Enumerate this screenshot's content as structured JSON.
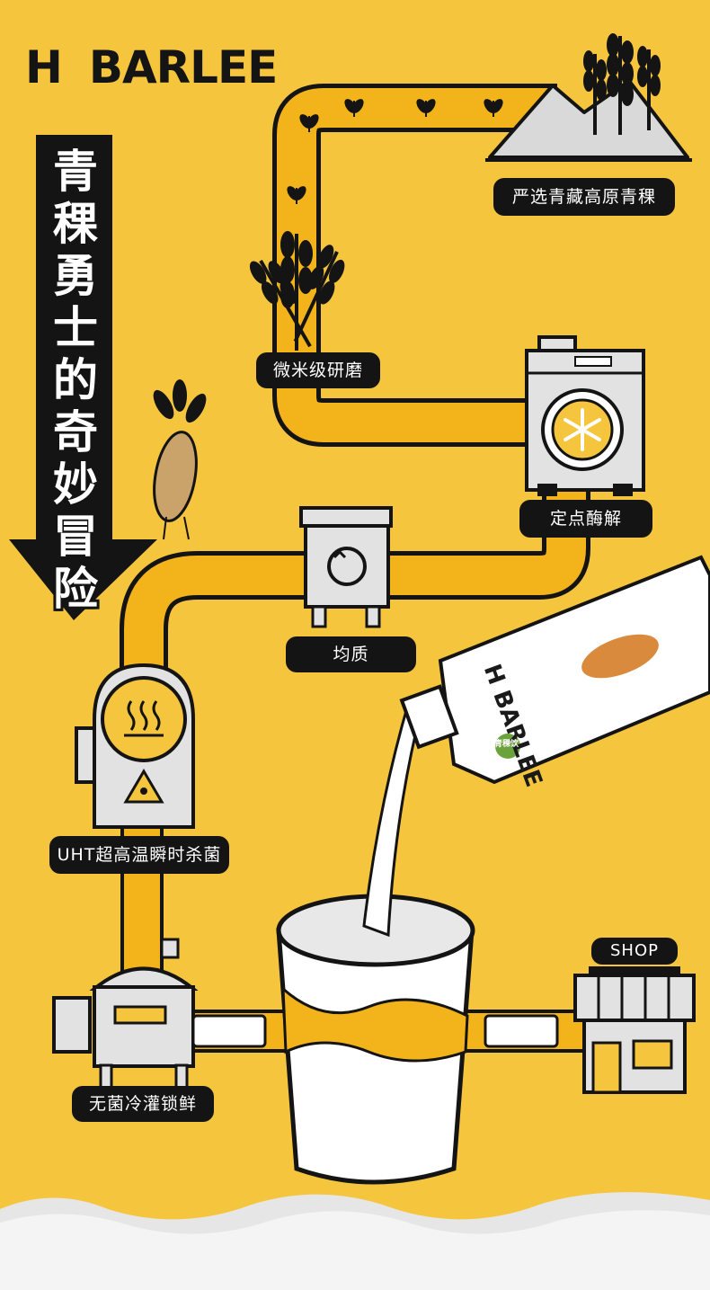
{
  "brand": {
    "name_left": "H",
    "name_right": "BARLEE"
  },
  "title_chars": [
    "青",
    "稞",
    "勇",
    "士",
    "的",
    "奇",
    "妙",
    "冒",
    "险"
  ],
  "steps": {
    "select": "严选青藏高原青稞",
    "grind": "微米级研磨",
    "enzyme": "定点酶解",
    "homogenize": "均质",
    "uht": "UHT超高温瞬时杀菌",
    "fill": "无菌冷灌锁鲜"
  },
  "shop_label": "SHOP",
  "package": {
    "brand": "H BARLEE",
    "badge": "青稞饮"
  },
  "colors": {
    "background": "#f6c53e",
    "pipe": "#f2b31b",
    "ink": "#141414",
    "machine": "#e2e2e2",
    "label_bg": "#141414"
  }
}
